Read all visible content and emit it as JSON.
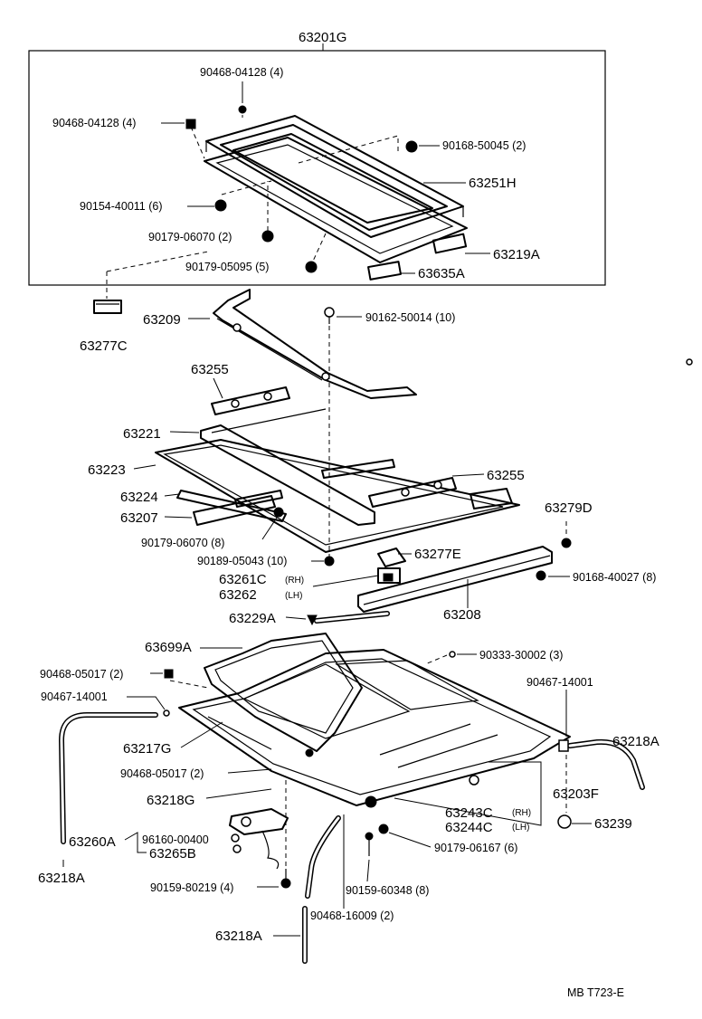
{
  "labels": {
    "l63201G": "63201G",
    "l90468_04128_a": "90468-04128 (4)",
    "l90468_04128_b": "90468-04128 (4)",
    "l90168_50045": "90168-50045 (2)",
    "l63251H": "63251H",
    "l90154_40011": "90154-40011 (6)",
    "l90179_06070_2": "90179-06070 (2)",
    "l63219A": "63219A",
    "l90179_05095": "90179-05095 (5)",
    "l63635A": "63635A",
    "l63277C": "63277C",
    "l63209": "63209",
    "l90162_50014": "90162-50014 (10)",
    "l63255_a": "63255",
    "l63221": "63221",
    "l63223": "63223",
    "l63255_b": "63255",
    "l63224": "63224",
    "l63207": "63207",
    "l63279D": "63279D",
    "l90179_06070_8": "90179-06070 (8)",
    "l90189_05043": "90189-05043 (10)",
    "l63277E": "63277E",
    "l63261C": "63261C",
    "l63261C_rh": "(RH)",
    "l63262": "63262",
    "l63262_lh": "(LH)",
    "l90168_40027": "90168-40027 (8)",
    "l63208": "63208",
    "l63229A": "63229A",
    "l63699A": "63699A",
    "l90333_30002": "90333-30002 (3)",
    "l90468_05017_a": "90468-05017 (2)",
    "l90467_14001_a": "90467-14001",
    "l90467_14001_b": "90467-14001",
    "l63218A_r": "63218A",
    "l63217G": "63217G",
    "l90468_05017_b": "90468-05017 (2)",
    "l63203F": "63203F",
    "l63218G": "63218G",
    "l63243C": "63243C",
    "l63243C_rh": "(RH)",
    "l63244C": "63244C",
    "l63244C_lh": "(LH)",
    "l63239": "63239",
    "l63260A": "63260A",
    "l96160_00400": "96160-00400",
    "l63265B": "63265B",
    "l90179_06167": "90179-06167 (6)",
    "l63218A_l": "63218A",
    "l90159_80219": "90159-80219 (4)",
    "l90159_60348": "90159-60348 (8)",
    "l90468_16009": "90468-16009 (2)",
    "l63218A_b": "63218A",
    "footer": "MB  T723-E"
  }
}
